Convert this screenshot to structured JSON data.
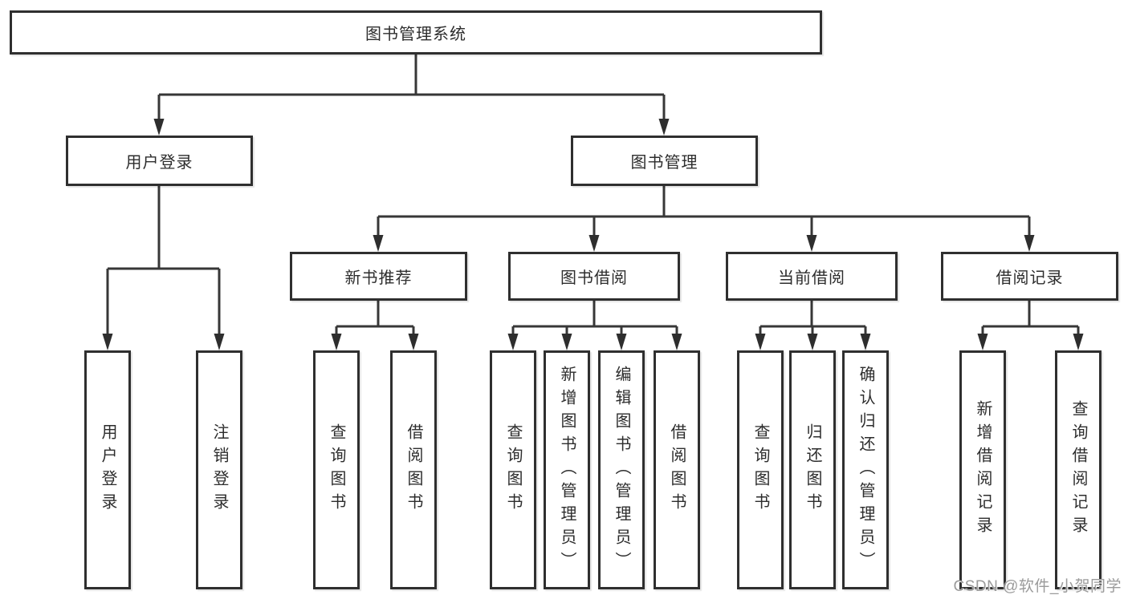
{
  "watermark": "CSDN @软件_小贺同学",
  "colors": {
    "background": "#ffffff",
    "line": "#373737",
    "box_border": "#2f2f2f",
    "box_fill": "#ffffff",
    "text": "#2d2d2d",
    "watermark": "#9b9b9b"
  },
  "tree": {
    "root": {
      "label": "图书管理系统"
    },
    "branches": [
      {
        "label": "用户登录",
        "children": [
          {
            "label": "用户登录"
          },
          {
            "label": "注销登录"
          }
        ]
      },
      {
        "label": "图书管理",
        "sections": [
          {
            "label": "新书推荐",
            "children": [
              {
                "label": "查询图书"
              },
              {
                "label": "借阅图书"
              }
            ]
          },
          {
            "label": "图书借阅",
            "children": [
              {
                "label": "查询图书"
              },
              {
                "label": "新增图书（管理员）"
              },
              {
                "label": "编辑图书（管理员）"
              },
              {
                "label": "借阅图书"
              }
            ]
          },
          {
            "label": "当前借阅",
            "children": [
              {
                "label": "查询图书"
              },
              {
                "label": "归还图书"
              },
              {
                "label": "确认归还（管理员）"
              }
            ]
          },
          {
            "label": "借阅记录",
            "children": [
              {
                "label": "新增借阅记录"
              },
              {
                "label": "查询借阅记录"
              }
            ]
          }
        ]
      }
    ]
  }
}
